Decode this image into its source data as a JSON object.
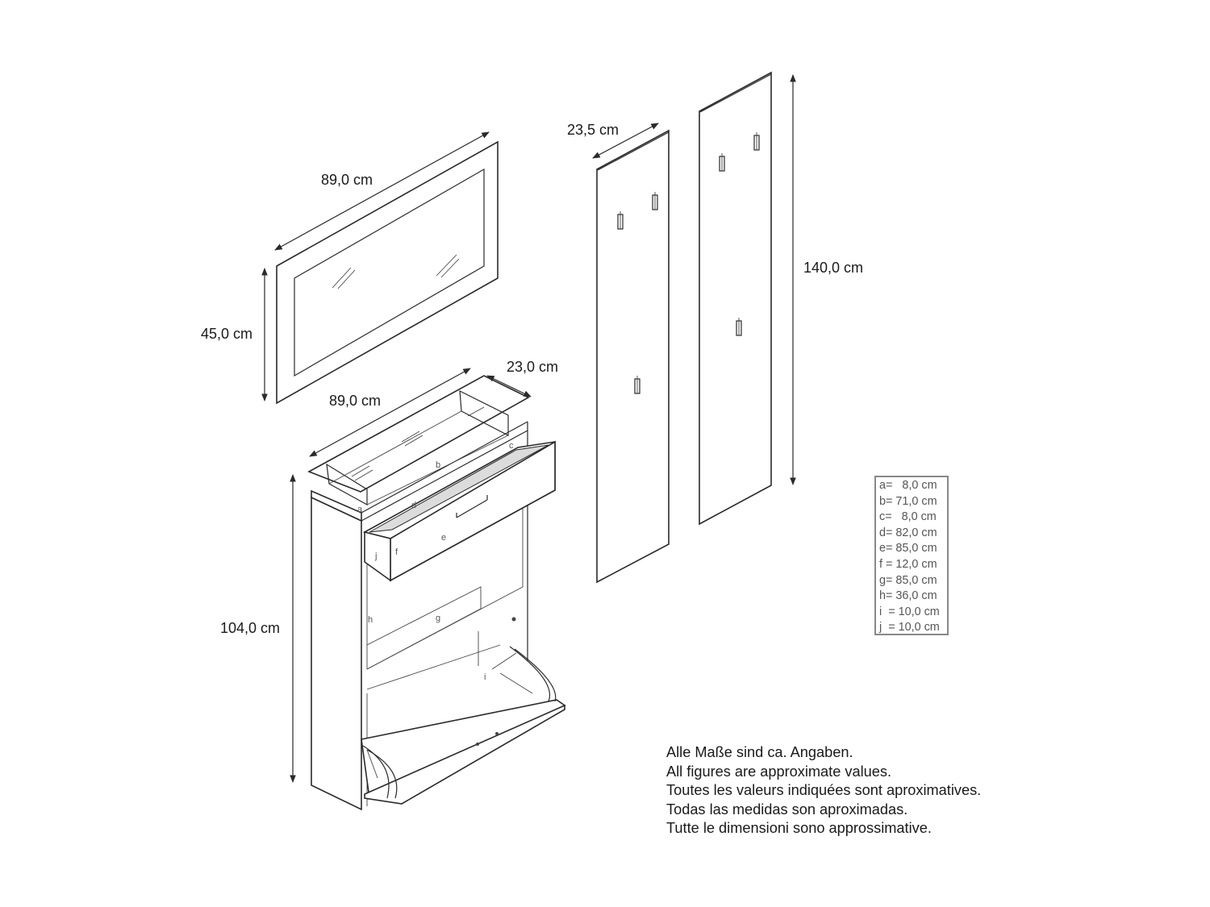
{
  "dimensions": {
    "mirror_width": "89,0 cm",
    "mirror_height": "45,0 cm",
    "cabinet_width": "89,0 cm",
    "cabinet_depth": "23,0 cm",
    "cabinet_height": "104,0 cm",
    "panel_width": "23,5 cm",
    "panel_height": "140,0 cm"
  },
  "part_labels": [
    "a",
    "b",
    "c",
    "d",
    "e",
    "f",
    "g",
    "h",
    "i",
    "j"
  ],
  "legend": [
    "a=   8,0 cm",
    "b= 71,0 cm",
    "c=   8,0 cm",
    "d= 82,0 cm",
    "e= 85,0 cm",
    "f = 12,0 cm",
    "g= 85,0 cm",
    "h= 36,0 cm",
    "i  = 10,0 cm",
    "j  = 10,0 cm"
  ],
  "notes": [
    "Alle Maße sind ca. Angaben.",
    "All figures are approximate values.",
    "Toutes les valeurs indiquées sont aproximatives.",
    "Todas las medidas son aproximadas.",
    "Tutte le dimensioni sono approssimative."
  ]
}
